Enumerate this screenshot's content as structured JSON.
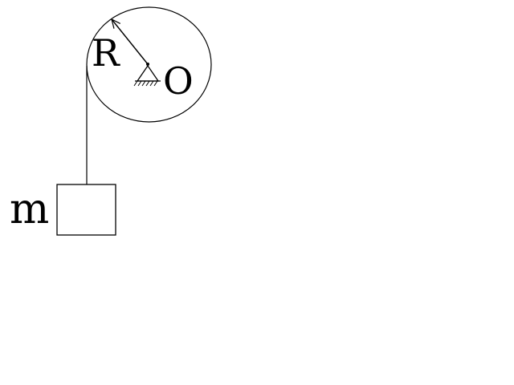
{
  "diagram": {
    "labels": {
      "radius": "R",
      "pivot": "O",
      "mass": "m"
    },
    "colors": {
      "stroke": "#000000",
      "background": "#ffffff"
    }
  }
}
